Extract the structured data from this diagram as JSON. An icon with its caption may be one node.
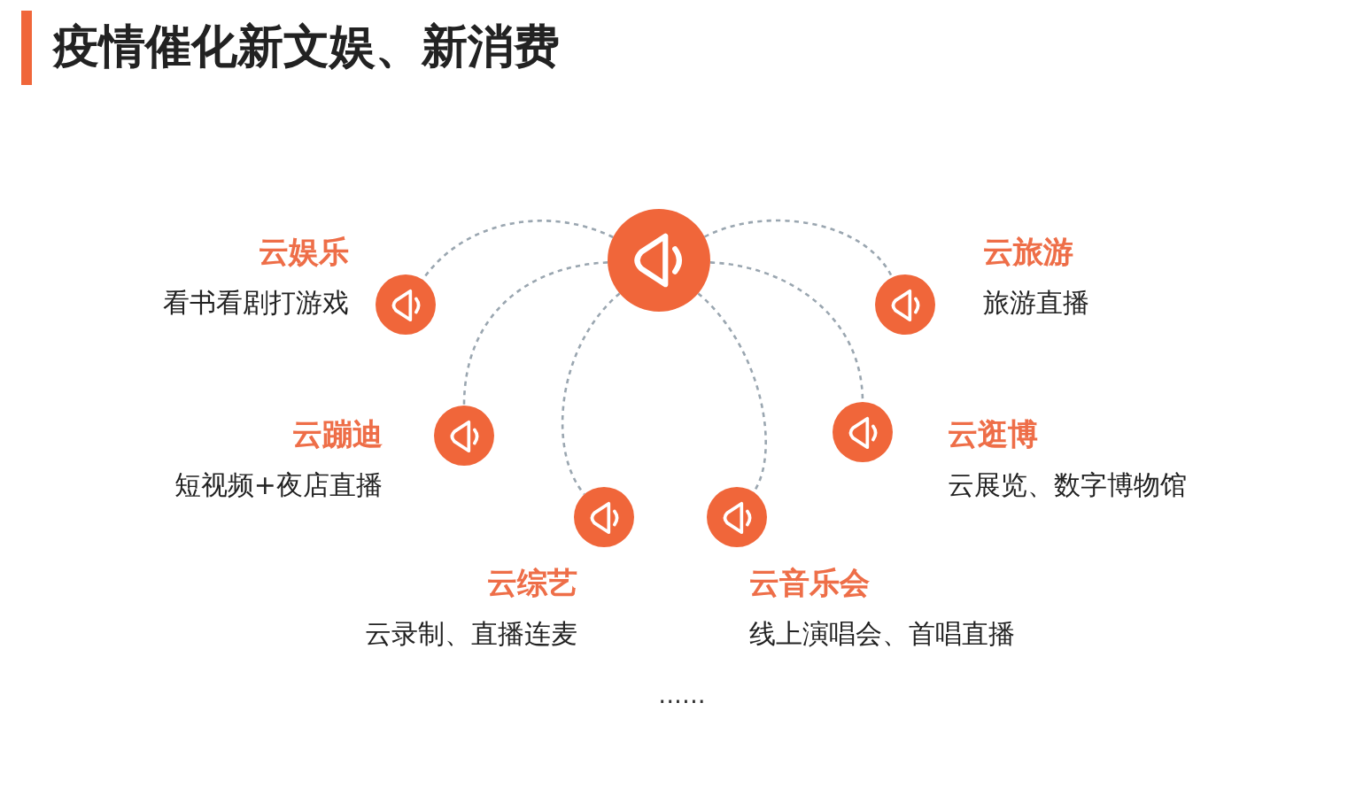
{
  "diagram": {
    "title": "疫情催化新文娱、新消费",
    "nodes": [
      {
        "text": [],
        "shape": "circle"
      },
      {
        "text": [],
        "shape": "circle",
        "beside": [
          "云娱乐",
          "看书看剧打游戏"
        ]
      },
      {
        "text": [],
        "shape": "circle",
        "beside": [
          "云旅游",
          "旅游直播"
        ]
      },
      {
        "text": [],
        "shape": "circle",
        "beside": [
          "云蹦迪",
          "短视频+夜店直播"
        ]
      },
      {
        "text": [],
        "shape": "circle",
        "beside": [
          "云逛博",
          "云展览、数字博物馆"
        ]
      },
      {
        "text": [],
        "shape": "circle",
        "beside": [
          "云综艺",
          "云录制、直播连麦"
        ]
      },
      {
        "text": [],
        "shape": "circle",
        "beside": [
          "云音乐会",
          "线上演唱会、首唱直播"
        ]
      }
    ],
    "edges": [
      {
        "from": 0,
        "to": 1,
        "arrow": "none",
        "style": "dashed"
      },
      {
        "from": 0,
        "to": 2,
        "arrow": "none",
        "style": "dashed"
      },
      {
        "from": 0,
        "to": 3,
        "arrow": "none",
        "style": "dashed"
      },
      {
        "from": 0,
        "to": 4,
        "arrow": "none",
        "style": "dashed"
      },
      {
        "from": 0,
        "to": 5,
        "arrow": "none",
        "style": "dashed"
      },
      {
        "from": 0,
        "to": 6,
        "arrow": "none",
        "style": "dashed"
      }
    ],
    "labels": [
      "......"
    ]
  }
}
